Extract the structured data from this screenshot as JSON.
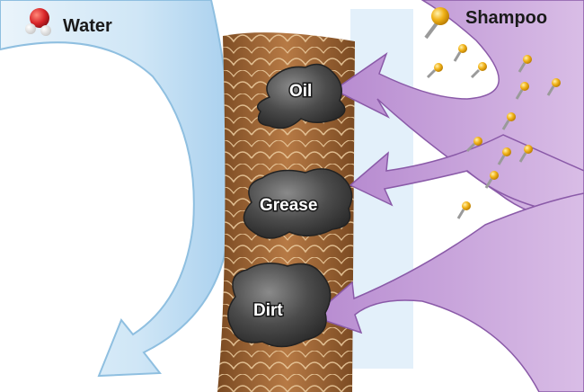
{
  "legend": {
    "water": {
      "label": "Water",
      "icon": "water-molecule-icon"
    },
    "shampoo": {
      "label": "Shampoo",
      "icon": "surfactant-molecule-icon"
    }
  },
  "deposits": {
    "oil": "Oil",
    "grease": "Grease",
    "dirt": "Dirt"
  },
  "colors": {
    "water_flow": "#cfe6f6",
    "water_edge": "#8fbfe0",
    "shampoo_flow": "#c9a6d9",
    "shampoo_edge": "#8a5aa8",
    "hair_shaft": "#a86e3c",
    "hair_scale_line": "#e8c79a",
    "deposit": "#4a4a4a",
    "surfactant_head": "#f2b41a",
    "oxygen": "#d9262a",
    "hydrogen": "#ffffff"
  }
}
